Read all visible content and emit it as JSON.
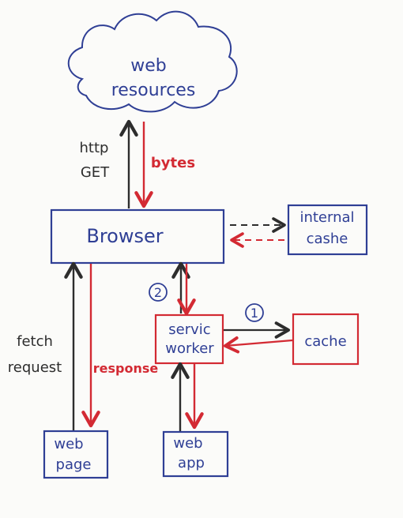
{
  "diagram": {
    "nodes": {
      "web_resources": {
        "lines": [
          "web",
          "resources"
        ],
        "color": "#2f3f95"
      },
      "browser": {
        "label": "Browser",
        "color": "#2f3f95"
      },
      "internal_cache": {
        "lines": [
          "internal",
          "cashe"
        ],
        "color": "#2f3f95"
      },
      "service_worker": {
        "lines": [
          "servic",
          "worker"
        ],
        "color": "#2f3f95",
        "border": "#d32a33"
      },
      "cache": {
        "label": "cache",
        "color": "#2f3f95",
        "border": "#d32a33"
      },
      "web_page": {
        "lines": [
          "web",
          "page"
        ],
        "color": "#2f3f95"
      },
      "web_app": {
        "lines": [
          "web",
          "app"
        ],
        "color": "#2f3f95"
      }
    },
    "labels": {
      "http_get": [
        "http",
        "GET"
      ],
      "bytes": "bytes",
      "fetch_request": [
        "fetch",
        "request"
      ],
      "response": "response",
      "step_1": "1",
      "step_2": "2"
    },
    "colors": {
      "blue": "#2f3f95",
      "red": "#d32a33",
      "black": "#2d2d2d",
      "paper": "#fbfbf9"
    }
  }
}
